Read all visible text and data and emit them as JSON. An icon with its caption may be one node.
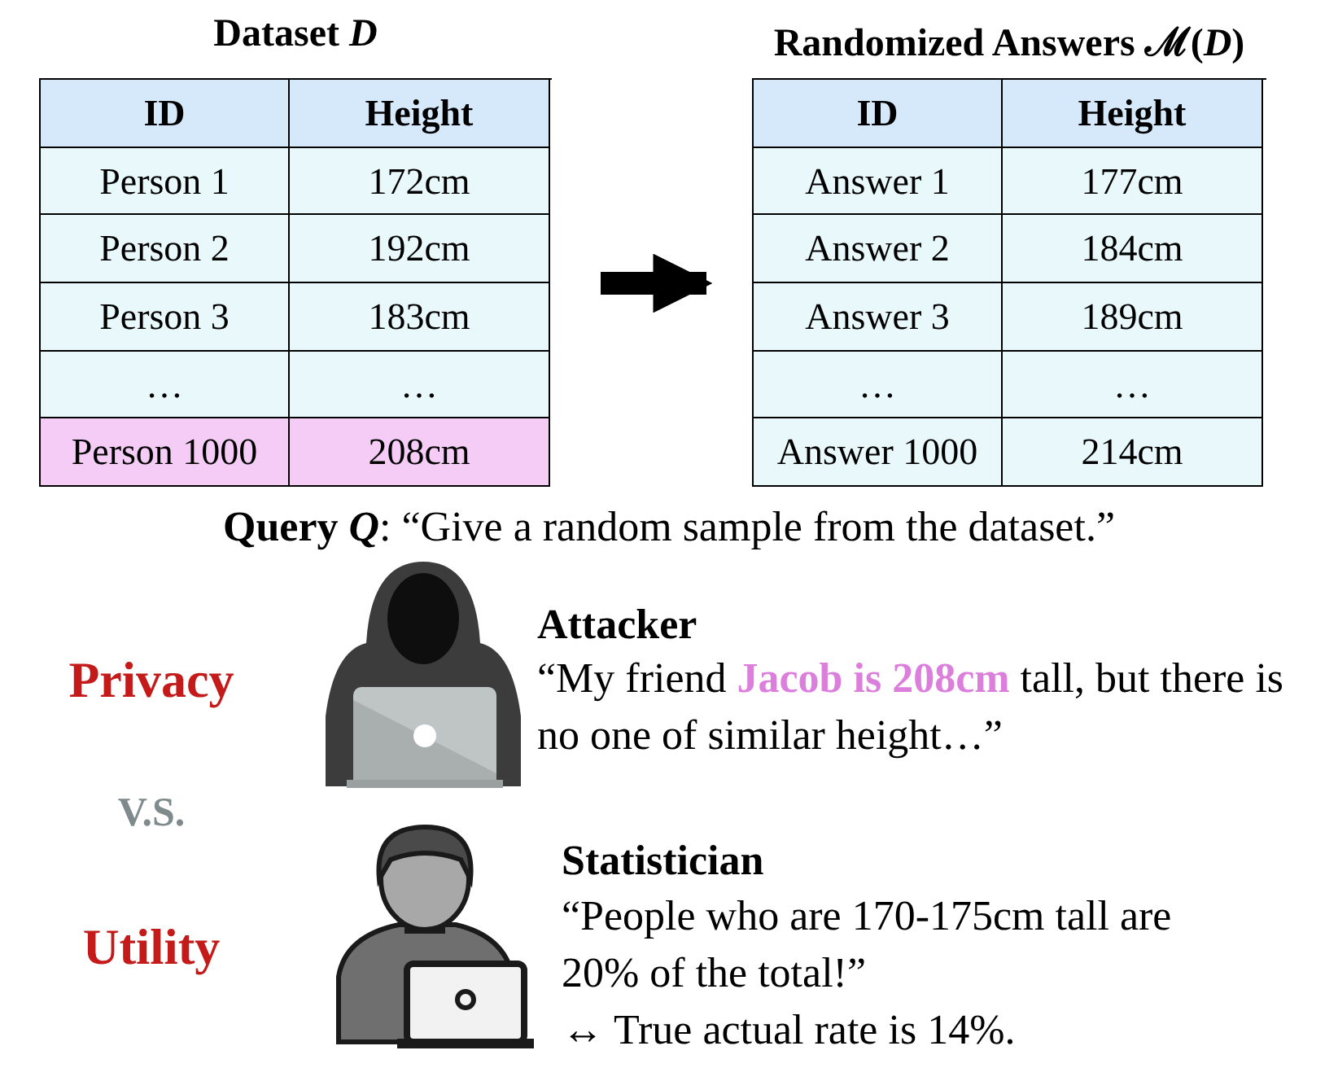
{
  "diagram": {
    "nodes": [
      {
        "text": [
          "Dataset *D*",
          "ID",
          "Height",
          "Person 1",
          "172cm",
          "Person 2",
          "192cm",
          "Person 3",
          "183cm",
          "…",
          "…",
          "Person 1000",
          "208cm"
        ]
      },
      {
        "text": [
          "Randomized Answers ℳ(*D*)",
          "ID",
          "Height",
          "Answer 1",
          "177cm",
          "Answer 2",
          "184cm",
          "Answer 3",
          "189cm",
          "…",
          "…",
          "Answer 1000",
          "214cm"
        ]
      }
    ],
    "edges": [
      {
        "from": 0,
        "to": 1,
        "arrow": "to"
      }
    ],
    "labels": [
      "**Query** *Q*: “Give a random sample from the dataset.”",
      "Privacy",
      "Attacker",
      "“My friend **Jacob is 208cm** tall, but there is no one of similar height…”",
      "V.S.",
      "Statistician",
      "“People who are 170-175cm tall are 20% of the total!”",
      "Utility",
      "↔ True actual rate is 14%."
    ]
  }
}
